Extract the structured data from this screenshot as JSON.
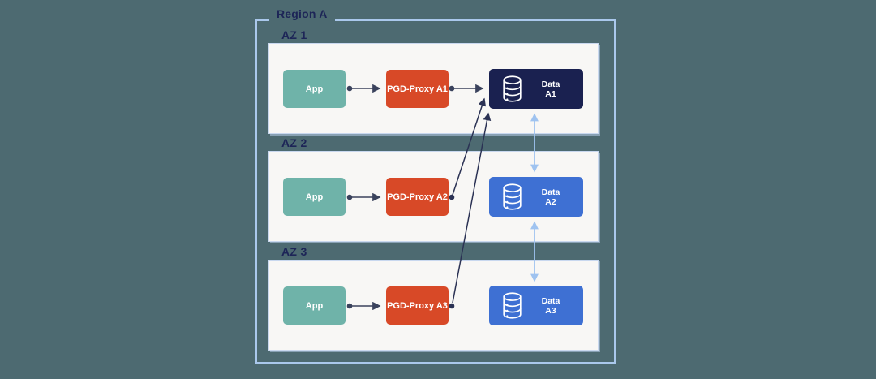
{
  "region": {
    "label": "Region A"
  },
  "zones": [
    {
      "label": "AZ 1",
      "app_label": "App",
      "proxy_label": "PGD-Proxy A1",
      "data_label_line1": "Data",
      "data_label_line2": "A1"
    },
    {
      "label": "AZ 2",
      "app_label": "App",
      "proxy_label": "PGD-Proxy A2",
      "data_label_line1": "Data",
      "data_label_line2": "A2"
    },
    {
      "label": "AZ 3",
      "app_label": "App",
      "proxy_label": "PGD-Proxy A3",
      "data_label_line1": "Data",
      "data_label_line2": "A3"
    }
  ],
  "colors": {
    "background": "#4d6a71",
    "region-border": "#aac8ec",
    "panel-bg": "#f8f7f5",
    "panel-border": "#c9d8ef",
    "app-box": "#6fb3a9",
    "proxy-box": "#d84927",
    "data-primary-box": "#1a2150",
    "data-replica-box": "#3e70d3",
    "arrow-dark": "#3a425c",
    "arrow-diagonal": "#2b3254",
    "arrow-light": "#9fc3f0",
    "label-text": "#1d2557",
    "box-text": "#ffffff"
  }
}
